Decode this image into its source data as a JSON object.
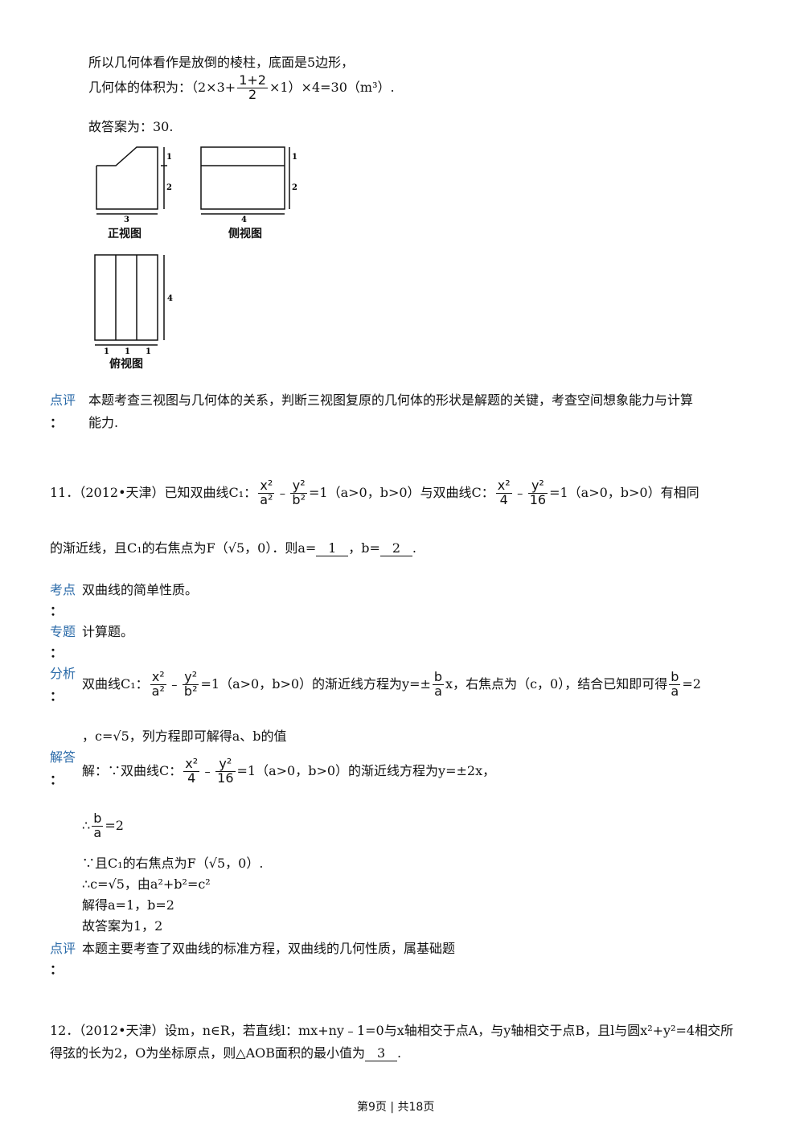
{
  "top": {
    "line1": "所以几何体看作是放倒的棱柱，底面是5边形，",
    "line2_prefix": "几何体的体积为：（2×3+",
    "line2_frac_n": "1+2",
    "line2_frac_d": "2",
    "line2_suffix": "×1）×4=30（m³）.",
    "line3": "故答案为：30."
  },
  "figures": {
    "front_caption": "正视图",
    "side_caption": "侧视图",
    "top_caption": "俯视图",
    "front_w": "3",
    "front_h1": "1",
    "front_h2": "2",
    "side_w": "4",
    "side_h1": "1",
    "side_h2": "2",
    "top_h": "4",
    "top_w1": "1",
    "top_w2": "1",
    "top_w3": "1"
  },
  "review10": {
    "label": "点评",
    "colon": "：",
    "line1": "本题考查三视图与几何体的关系，判断三视图复原的几何体的形状是解题的关键，考查空间想象能力与计算",
    "line2": "能力."
  },
  "q11": {
    "prefix": "11．（2012•天津）已知双曲线C₁：",
    "eq1_mid": "=1（a>0，b>0）与双曲线C：",
    "eq2_mid": "=1（a>0，b>0）有相同",
    "line2": "的渐近线，且C₁的右焦点为F（√5，0）．则a=",
    "ans_a": "1",
    "b_text": "，b=",
    "ans_b": "2",
    "end": "."
  },
  "kaodian": {
    "label": "考点",
    "text": "双曲线的简单性质。"
  },
  "zhuanti": {
    "label": "专题",
    "text": "计算题。"
  },
  "fenxi": {
    "label": "分析",
    "t1": "双曲线C₁：",
    "t2": "=1（a>0，b>0）的渐近线方程为y=±",
    "t3": "x，右焦点为（c，0），结合已知即可得",
    "t4": "=2",
    "line2": "，c=√5，列方程即可解得a、b的值"
  },
  "jieda": {
    "label": "解答",
    "t1": "解：∵双曲线C：",
    "t2": "=1（a>0，b>0）的渐近线方程为y=±2x，",
    "s1": "=2",
    "s2": "∵且C₁的右焦点为F（√5，0）.",
    "s3": "∴c=√5，由a²+b²=c²",
    "s4": "解得a=1，b=2",
    "s5": "故答案为1，2"
  },
  "review11": {
    "label": "点评",
    "text": "本题主要考查了双曲线的标准方程，双曲线的几何性质，属基础题"
  },
  "q12": {
    "line1": "12．（2012•天津）设m，n∈R，若直线l：mx+ny﹣1=0与x轴相交于点A，与y轴相交于点B，且l与圆x²+y²=4相交所",
    "line2": "得弦的长为2，O为坐标原点，则△AOB面积的最小值为",
    "ans": "3",
    "end": "."
  },
  "footer": "第9页 | 共18页"
}
